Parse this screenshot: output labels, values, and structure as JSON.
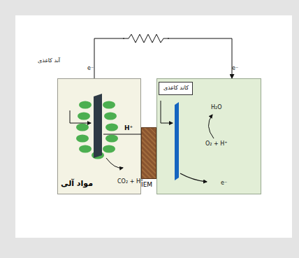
{
  "diagram": {
    "nodes": [
      {
        "text": [
          "مواد آلی"
        ]
      },
      {
        "text": []
      },
      {
        "text": [
          "کاتد کاغذی"
        ],
        "in": 1
      },
      {
        "text": [
          "IEM"
        ]
      }
    ],
    "edges": [
      {
        "from": 0,
        "to": 1,
        "arrow": "to"
      },
      {
        "from": 0,
        "to": 1,
        "label": "H⁺",
        "arrow": "to"
      }
    ],
    "labels": [
      "آند کاغذی",
      "e⁻",
      "e⁻",
      "H₂O",
      "O₂ + H⁺",
      "CO₂ + H⁺",
      "e⁻"
    ]
  }
}
